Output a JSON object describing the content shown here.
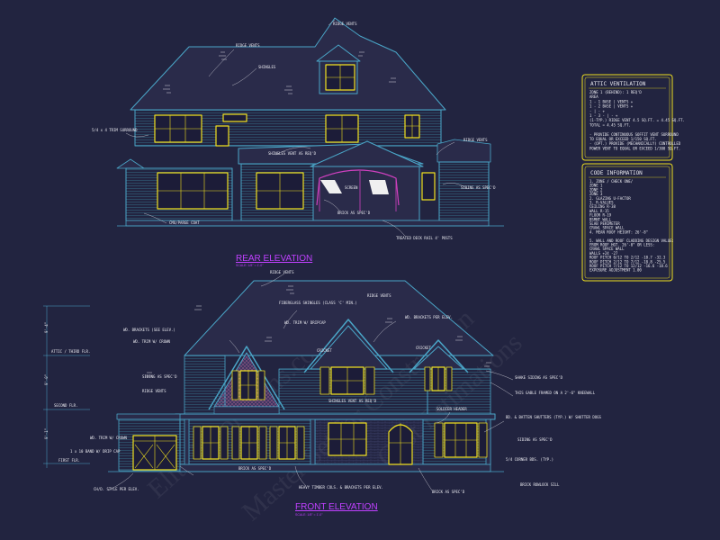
{
  "titles": {
    "rear": "REAR ELEVATION",
    "front": "FRONT ELEVATION",
    "scale": "SCALE: 1/8\" = 1'-0\""
  },
  "watermark": [
    "Elite Floor Plans.com",
    "Master Set for Construction",
    "Cost Estimations"
  ],
  "rear_notes": {
    "ridge_vents_top": "RIDGE VENTS",
    "ridge_vents_left": "RIDGE VENTS",
    "shingles": "SHINGLES",
    "trim_surround": "5/4 x 4 TRIM SURROUND",
    "shingles_vent": "SHINGLES VENT AS REQ'D",
    "ridge_vents_right": "RIDGE VENTS",
    "screen": "SCREEN",
    "siding": "SIDING AS SPEC'D",
    "brick": "BRICK AS SPEC'D",
    "parge_coat": "CMU/PARGE COAT",
    "deck_rail": "TREATED DECK RAIL 4' POSTS"
  },
  "front_notes": {
    "ridge_vents": "RIDGE VENTS",
    "ridge_vents_2": "RIDGE VENTS",
    "fiberglass_shingles": "FIBERGLASS SHINGLES (CLASS 'C' MIN.)",
    "brackets_left": "WD. BRACKETS (SEE ELEV.)",
    "trim_crown": "WD. TRIM W/ CROWN",
    "trim_dripcap": "WD. TRIM W/ DRIPCAP",
    "brackets_right": "WD. BRACKETS PER ELEV.",
    "cricket": "CRICKET",
    "cricket_2": "CRICKET",
    "ridge_vents_left": "RIDGE VENTS",
    "siding": "SIDING AS SPEC'D",
    "shingles_vent": "SHINGLES VENT AS REQ'D",
    "shake_siding": "SHAKE SIDING AS SPEC'D",
    "gable_framed": "THIS GABLE FRAMED ON A 2'-6\" KNEEWALL",
    "soldier_header": "SOLDIER HEADER",
    "batten_shutters": "BD. & BATTEN SHUTTERS (TYP.) W/ SHUTTER DOGS",
    "trim_crown_2": "WD. TRIM W/ CROWN",
    "band_dripcap": "1 x 10 BAND W/ DRIP CAP",
    "siding_2": "SIDING AS SPEC'D",
    "corner_bds": "5/4 CORNER BDS. (TYP.)",
    "brick": "BRICK AS SPEC'D",
    "timber_cols": "HEAVY TIMBER COLS. & BRACKETS PER ELEV.",
    "brick_2": "BRICK AS SPEC'D",
    "brick_rowlock": "BRICK ROWLOCK SILL",
    "garage_style": "CH/D. STYLE PER ELEV."
  },
  "levels": [
    {
      "label": "ATTIC / THIRD FLR.",
      "dim": "9'-0\""
    },
    {
      "label": "SECOND FLR.",
      "dim": "9'-1\""
    },
    {
      "label": "FIRST FLR.",
      "dim": "10'-0\""
    }
  ],
  "level_top_dim": "9'-4\"",
  "attic_panel": {
    "title": "ATTIC VENTILATION",
    "lines": [
      "ZONE 1 (BEHIND): 1 REQ'D",
      "AREA",
      "1 - 1   BASE   |  VENTS  +",
      "1 - 2   BASE   |  VENTS  +",
      "        -      |  -      +",
      "1 - 3   -      |  -      +",
      "(1-TYP.) RIDGE VENT 4.5 SQ.FT. = 4.45 SQ.FT.",
      "              TOTAL = 4.45 SQ.FT.",
      "",
      "- PROVIDE CONTINUOUS SOFFIT VENT SURROUND",
      "  TO EQUAL OR EXCEED 1/150 SQ.FT.",
      "- (OPT.) PROVIDE (MECHANICALLY) CONTROLLED",
      "  POWER VENT TO EQUAL OR EXCEED 1/300 SQ.FT."
    ]
  },
  "code_panel": {
    "title": "CODE INFORMATION",
    "lines": [
      "1. ZONE / CHECK ONE/",
      "   ZONE 1",
      "   ZONE 2",
      "   ZONE 3",
      "2. GLAZING U-FACTOR",
      "3. R-VALUES",
      "   CEILING        R-38",
      "   WALL           R-15",
      "   FLOOR          R-19",
      "   BSMNT WALL",
      "   SLAB PERIMETER",
      "   CRAWL SPACE WALL",
      "4. MEAN ROOF HEIGHT: 26'-8\"",
      "",
      "5. WALL AND ROOF CLADDING DESIGN VALUE:",
      "   FROM ROOF HGT. 26'-0\" OR LESS:",
      "   CRAWL SPACE WALL",
      "   WALLS                   +24 -27",
      "   ROOF PITCH 0/12 TO 2/12 -18.7 -32.3",
      "   ROOF PITCH 2/12 TO 7/12 -18.8 -25.5",
      "   ROOF PITCH 7/12 TO 12/12 -16.6 -18.6",
      "   EXPOSURE ADJUSTMENT      1.00"
    ]
  }
}
